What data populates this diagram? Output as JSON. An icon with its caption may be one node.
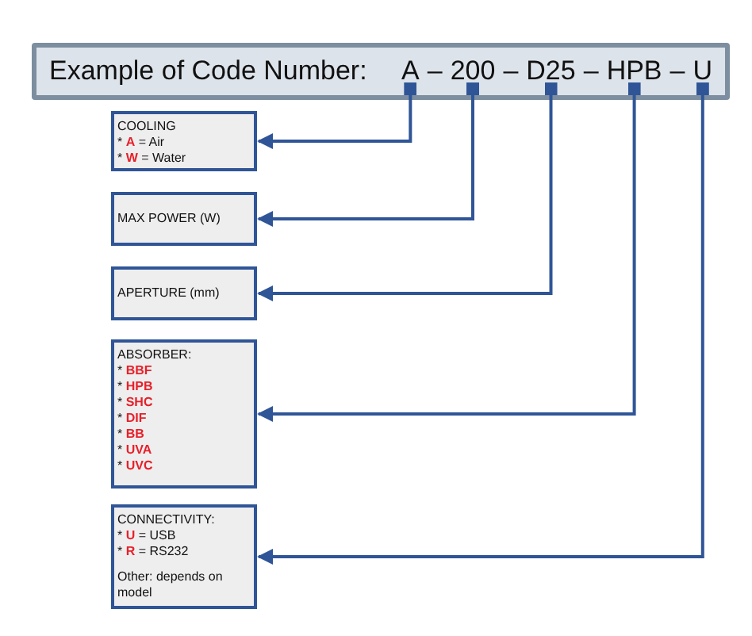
{
  "diagram": {
    "nodes": [
      {
        "text": [
          "Example of Code Number:"
        ]
      },
      {
        "text": [
          "A"
        ],
        "in": 0
      },
      {
        "text": [
          "200"
        ],
        "in": 0
      },
      {
        "text": [
          "D25"
        ],
        "in": 0
      },
      {
        "text": [
          "HPB"
        ],
        "in": 0
      },
      {
        "text": [
          "U"
        ],
        "in": 0
      },
      {
        "text": [
          "COOLING",
          "* **A** = Air",
          "* **W** = Water"
        ]
      },
      {
        "text": [
          "MAX POWER (W)"
        ]
      },
      {
        "text": [
          "APERTURE (mm)"
        ]
      },
      {
        "text": [
          "ABSORBER:",
          "* **BBF**",
          "* **HPB**",
          "* **SHC**",
          "* **DIF**",
          "* **BB**",
          "* **UVA**",
          "* **UVC**"
        ]
      },
      {
        "text": [
          "CONNECTIVITY:",
          "* **U** = USB",
          "* **R** = RS232",
          "Other: depends on model"
        ]
      }
    ],
    "edges": [
      {
        "from": 1,
        "to": 6,
        "arrow": "to"
      },
      {
        "from": 2,
        "to": 7,
        "arrow": "to"
      },
      {
        "from": 3,
        "to": 8,
        "arrow": "to"
      },
      {
        "from": 4,
        "to": 9,
        "arrow": "to"
      },
      {
        "from": 5,
        "to": 10,
        "arrow": "to"
      }
    ],
    "labels": [
      "–",
      "–",
      "–",
      "–"
    ]
  }
}
